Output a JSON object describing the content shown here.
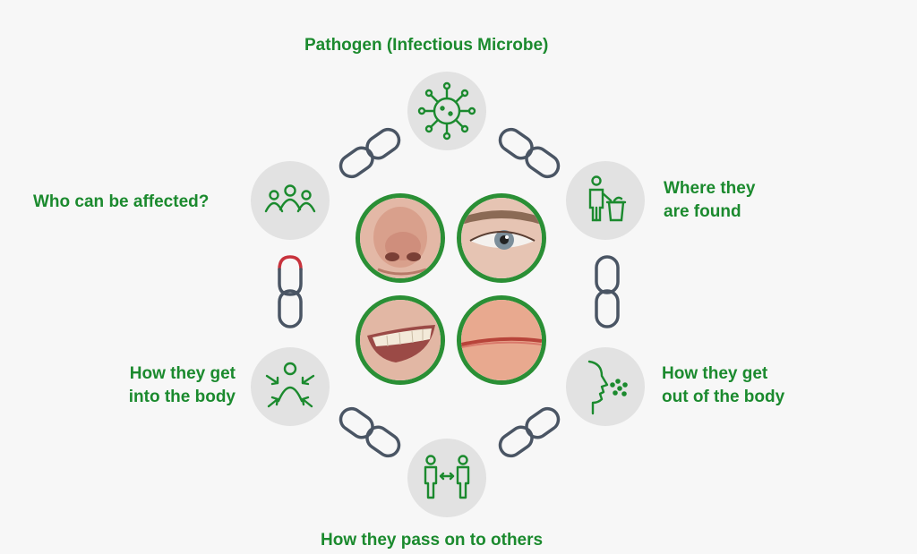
{
  "labels": {
    "pathogen": "Pathogen (Infectious Microbe)",
    "who_affected": "Who can be affected?",
    "where_found_1": "Where they",
    "where_found_2": "are found",
    "get_into_1": "How they get",
    "get_into_2": "into the body",
    "get_out_1": "How they get",
    "get_out_2": "out of the body",
    "pass_on": "How they pass on to others"
  },
  "colors": {
    "accent_green": "#1b8a2e",
    "node_gray": "#e2e2e2",
    "link_gray": "#4a5564",
    "link_red": "#c8323c",
    "background": "#f7f7f7"
  },
  "icons": {
    "pathogen": "virus-icon",
    "who_affected": "people-group-icon",
    "where_found": "person-bin-icon",
    "get_into": "person-arrows-in-icon",
    "get_out": "face-breath-icon",
    "pass_on": "person-to-person-icon"
  },
  "photos": [
    "nose-photo",
    "eye-photo",
    "mouth-photo",
    "cut-skin-photo"
  ]
}
